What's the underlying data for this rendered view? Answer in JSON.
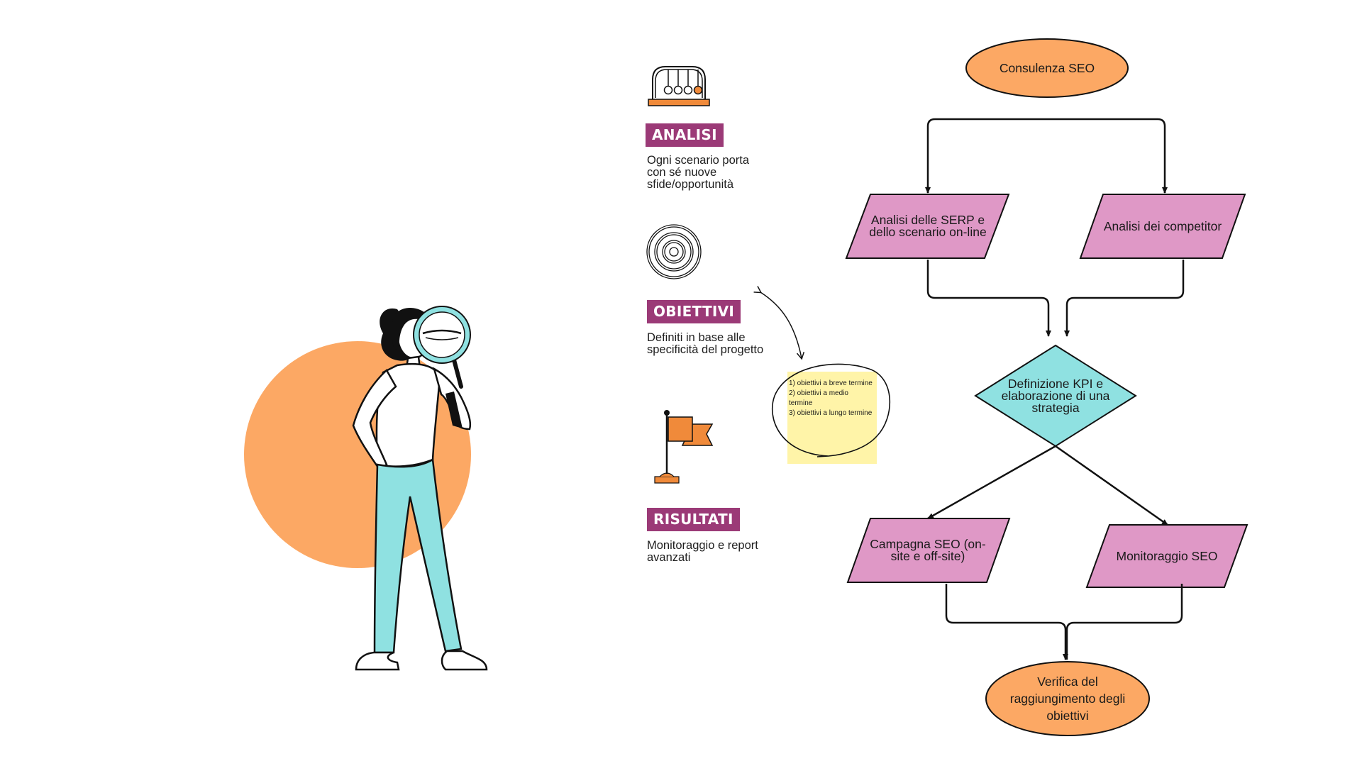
{
  "side_panel": {
    "analisi": {
      "label": "ANALISI",
      "text": "Ogni scenario porta con sé nuove sfide/opportunità",
      "icon": "newtons-cradle-icon"
    },
    "obiettivi": {
      "label": "OBIETTIVI",
      "text": "Definiti in base alle specificità del progetto",
      "icon": "target-icon"
    },
    "risultati": {
      "label": "RISULTATI",
      "text": "Monitoraggio e report avanzati",
      "icon": "flag-icon"
    }
  },
  "sticky_note": {
    "lines": [
      "1) obiettivi a breve termine",
      "2) obiettivi a medio termine",
      "3) obiettivi a lungo termine"
    ]
  },
  "flowchart": {
    "start": "Consulenza SEO",
    "serp": "Analisi delle SERP e dello scenario on-line",
    "competitor": "Analisi dei competitor",
    "kpi": "Definizione KPI e elaborazione di una strategia",
    "campagna": "Campagna SEO (on-site e off-site)",
    "monitoraggio": "Monitoraggio SEO",
    "end": "Verifica del raggiungimento degli obiettivi"
  },
  "colors": {
    "orange": "#fca864",
    "pink": "#df98c6",
    "cyan": "#8fe1e1",
    "purple": "#9b3a77",
    "sticky": "#fff4a8"
  }
}
